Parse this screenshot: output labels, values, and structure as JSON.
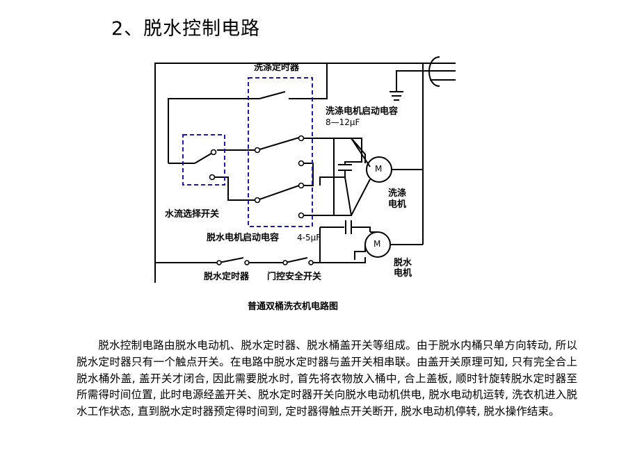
{
  "slide": {
    "title": "2、脱水控制电路"
  },
  "diagram": {
    "caption": "普通双桶洗衣机电路图",
    "labels": {
      "wash_timer": "洗涤定时器",
      "wash_capacitor": "洗涤电机启动电容",
      "wash_capacitor_value": "8—12μF",
      "water_selector": "水流选择开关",
      "spin_capacitor": "脱水电机启动电容",
      "spin_capacitor_value": "4-5μF",
      "wash_motor_line1": "洗涤",
      "wash_motor_line2": "电机",
      "spin_motor_line1": "脱水",
      "spin_motor_line2": "电机",
      "spin_timer": "脱水定时器",
      "door_switch": "门控安全开关",
      "motor_symbol": "M"
    }
  },
  "body": {
    "paragraph": "脱水控制电路由脱水电动机、脱水定时器、脱水桶盖开关等组成。由于脱水内桶只单方向转动, 所以脱水定时器只有一个触点开关。在电路中脱水定时器与盖开关相串联。由盖开关原理可知, 只有完全合上脱水桶外盖, 盖开关才闭合, 因此需要脱水时, 首先将衣物放入桶中, 合上盖板, 顺时针旋转脱水定时器至所需得时间位置, 此时电源经盖开关、脱水定时器开关向脱水电动机供电, 脱水电动机运转, 洗衣机进入脱水工作状态, 直到脱水定时器预定得时间到, 定时器得触点开关断开, 脱水电动机停转, 脱水操作结束。"
  }
}
